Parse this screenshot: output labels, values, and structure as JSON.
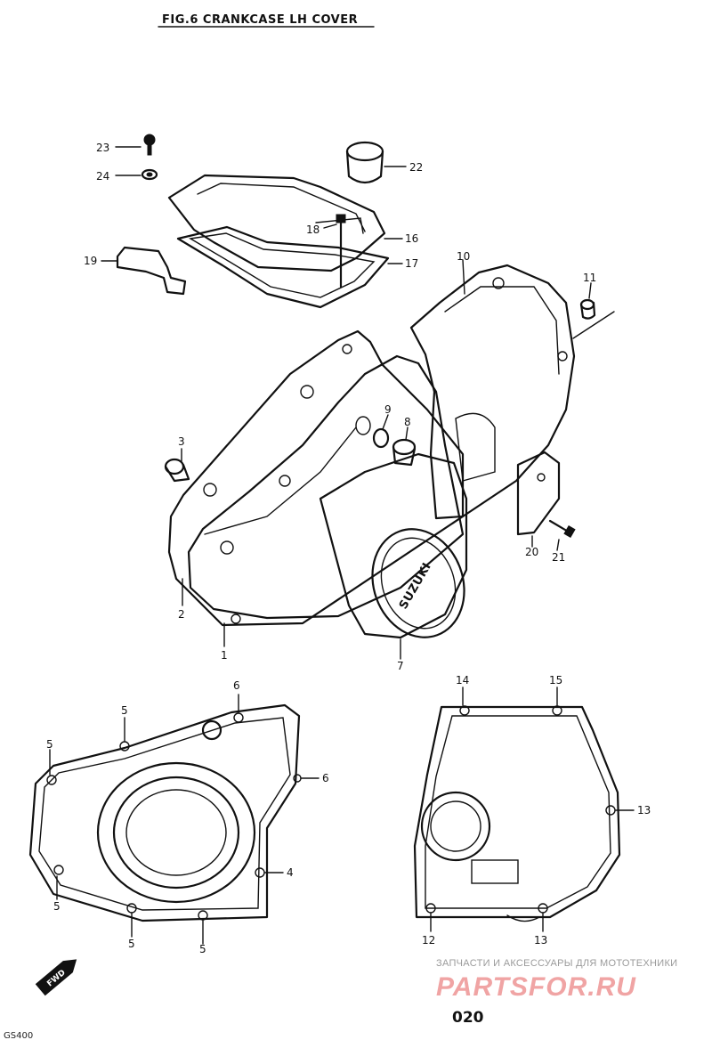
{
  "title": "FIG.6  CRANKCASE LH COVER",
  "page_number": "020",
  "model": "GS400",
  "direction_badge": "FWD",
  "logo_text": "SUZUKI",
  "watermark": {
    "tagline": "ЗАПЧАСТИ И АКСЕССУАРЫ ДЛЯ МОТОТЕХНИКИ",
    "brand": "PARTSFOR.RU"
  },
  "callouts": [
    {
      "id": "c1",
      "text": "1"
    },
    {
      "id": "c2",
      "text": "2"
    },
    {
      "id": "c3",
      "text": "3"
    },
    {
      "id": "c4",
      "text": "4"
    },
    {
      "id": "c5a",
      "text": "5"
    },
    {
      "id": "c5b",
      "text": "5"
    },
    {
      "id": "c5c",
      "text": "5"
    },
    {
      "id": "c5d",
      "text": "5"
    },
    {
      "id": "c5e",
      "text": "5"
    },
    {
      "id": "c6a",
      "text": "6"
    },
    {
      "id": "c6b",
      "text": "6"
    },
    {
      "id": "c7",
      "text": "7"
    },
    {
      "id": "c8",
      "text": "8"
    },
    {
      "id": "c9",
      "text": "9"
    },
    {
      "id": "c10",
      "text": "10"
    },
    {
      "id": "c11",
      "text": "11"
    },
    {
      "id": "c12",
      "text": "12"
    },
    {
      "id": "c13a",
      "text": "13"
    },
    {
      "id": "c13b",
      "text": "13"
    },
    {
      "id": "c14",
      "text": "14"
    },
    {
      "id": "c15",
      "text": "15"
    },
    {
      "id": "c16",
      "text": "16"
    },
    {
      "id": "c17",
      "text": "17"
    },
    {
      "id": "c18",
      "text": "18"
    },
    {
      "id": "c19",
      "text": "19"
    },
    {
      "id": "c20",
      "text": "20"
    },
    {
      "id": "c21",
      "text": "21"
    },
    {
      "id": "c22",
      "text": "22"
    },
    {
      "id": "c23",
      "text": "23"
    },
    {
      "id": "c24",
      "text": "24"
    }
  ]
}
